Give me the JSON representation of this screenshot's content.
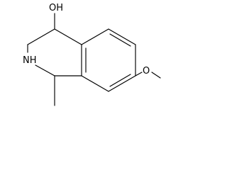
{
  "molecule": {
    "labels": {
      "hydroxyl": "OH",
      "amine": "NH",
      "amine_h_prefix": "H",
      "amine_n": "N",
      "methoxy_o": "O"
    },
    "colors": {
      "bond": "#000000",
      "text": "#000000",
      "background": "#ffffff"
    }
  }
}
